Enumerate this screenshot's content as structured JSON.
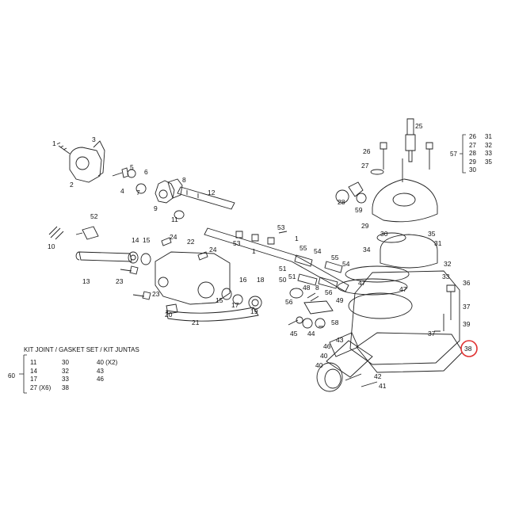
{
  "diagram": {
    "highlight_color": "#e03030",
    "highlighted_part": "38",
    "parts": {
      "p1a": "1",
      "p2": "2",
      "p3": "3",
      "p4": "4",
      "p5": "5",
      "p6": "6",
      "p7": "7",
      "p8": "8",
      "p9": "9",
      "p11a": "11",
      "p12": "12",
      "p10": "10",
      "p13": "13",
      "p52": "52",
      "p14": "14",
      "p15a": "15",
      "p22": "22",
      "p24a": "24",
      "p24b": "24",
      "p23a": "23",
      "p23b": "23",
      "p15b": "15",
      "p16": "16",
      "p17": "17",
      "p18": "18",
      "p19": "19",
      "p20": "20",
      "p21": "21",
      "p53a": "53",
      "p53b": "53",
      "p1b": "1",
      "p1c": "1",
      "p55a": "55",
      "p54a": "54",
      "p55b": "55",
      "p54b": "54",
      "p51a": "51",
      "p51b": "51",
      "p50": "50",
      "p48": "48",
      "p8b": "8",
      "p56a": "56",
      "p47a": "47",
      "p49": "49",
      "p56b": "56",
      "p45": "45",
      "p44": "44",
      "p58": "58",
      "p25": "25",
      "p26": "26",
      "p27": "27",
      "p28": "28",
      "p59": "59",
      "p29": "29",
      "p30": "30",
      "p35": "35",
      "p31": "31",
      "p34": "34",
      "p32": "32",
      "p33": "33",
      "p47b": "47",
      "p36": "36",
      "p37a": "37",
      "p37b": "37",
      "p39": "39",
      "p38": "38",
      "p43": "43",
      "p46": "46",
      "p40a": "40",
      "p40b": "40",
      "p42": "42",
      "p41": "41"
    }
  },
  "kit": {
    "title": "KIT JOINT / GASKET SET / KIT JUNTAS",
    "group_number": "60",
    "col1": [
      "11",
      "14",
      "17",
      "27 (X6)"
    ],
    "col2": [
      "30",
      "32",
      "33",
      "38"
    ],
    "col3": [
      "40 (X2)",
      "43",
      "46"
    ]
  },
  "bracket": {
    "group_number": "57",
    "col1": [
      "26",
      "27",
      "28",
      "29",
      "30"
    ],
    "col2": [
      "31",
      "32",
      "33",
      "35"
    ]
  }
}
